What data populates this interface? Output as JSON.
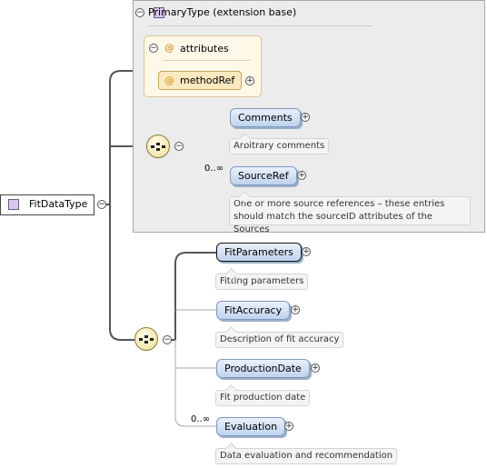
{
  "extension": {
    "title": "PrimaryType (extension base)",
    "toggle": "−"
  },
  "attributes": {
    "group_label": "attributes",
    "group_icon": "@",
    "toggle": "−",
    "items": [
      {
        "icon": "@",
        "label": "methodRef",
        "expand": "+"
      }
    ]
  },
  "root": {
    "label": "FitDataType",
    "toggle": "−"
  },
  "sequence1": {
    "toggle": "−",
    "items": [
      {
        "label": "Comments",
        "expand": "+",
        "doc": "Arbitrary comments"
      },
      {
        "label": "SourceRef",
        "expand": "+",
        "occurrence": "0..∞",
        "doc_line1": "One or more source references – these entries",
        "doc_line2": "should match the sourceID attributes of the Sources"
      }
    ]
  },
  "sequence2": {
    "toggle": "−",
    "items": [
      {
        "label": "FitParameters",
        "expand": "+",
        "doc": "Fitting parameters"
      },
      {
        "label": "FitAccuracy",
        "expand": "+",
        "doc": "Description of fit accuracy"
      },
      {
        "label": "ProductionDate",
        "expand": "+",
        "doc": "Fit production date"
      },
      {
        "label": "Evaluation",
        "expand": "+",
        "occurrence": "0..∞",
        "doc": "Data evaluation and recommendation"
      }
    ]
  },
  "colors": {
    "element_fill_top": "#e9f1fb",
    "element_fill_bottom": "#bfd3ee",
    "attribute_fill": "#fbe9bf",
    "extension_bg": "#ececec",
    "type_icon": "#d9c8ec",
    "attribute_icon": "#d9a23a"
  }
}
